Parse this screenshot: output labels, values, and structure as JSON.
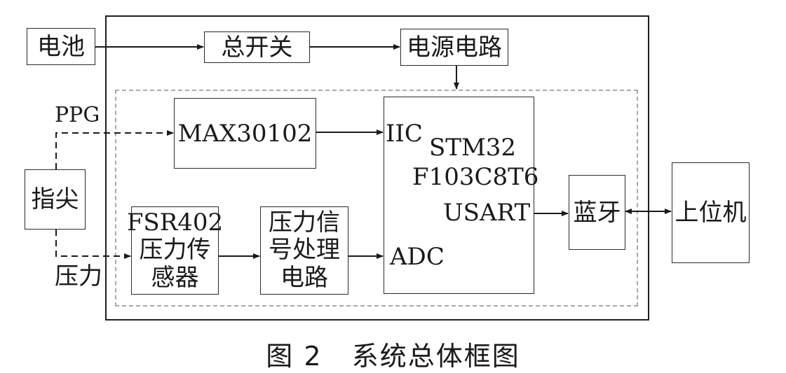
{
  "diagram": {
    "boxes": {
      "battery": "电池",
      "main_switch": "总开关",
      "power_circuit": "电源电路",
      "max30102": "MAX30102",
      "fingertip": "指尖",
      "fsr402_line1": "FSR402",
      "fsr402_line2": "压力传",
      "fsr402_line3": "感器",
      "pressure_proc_line1": "压力信",
      "pressure_proc_line2": "号处理",
      "pressure_proc_line3": "电路",
      "stm32_line1": "STM32",
      "stm32_line2": "F103C8T6",
      "bluetooth": "蓝牙",
      "host": "上位机"
    },
    "ports": {
      "iic": "IIC",
      "usart": "USART",
      "adc": "ADC"
    },
    "signals": {
      "ppg": "PPG",
      "pressure": "压力"
    }
  },
  "caption": {
    "figure_number": "图 2",
    "title": "系统总体框图"
  }
}
